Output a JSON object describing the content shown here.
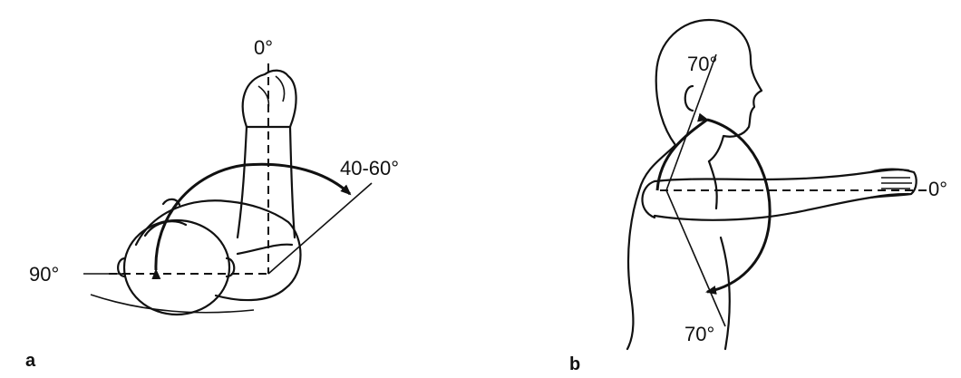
{
  "panel_a": {
    "label": "a",
    "angle_top": "0°",
    "angle_right": "40-60°",
    "angle_left": "90°"
  },
  "panel_b": {
    "label": "b",
    "angle_top": "70°",
    "angle_right": "0°",
    "angle_bottom": "70°"
  }
}
